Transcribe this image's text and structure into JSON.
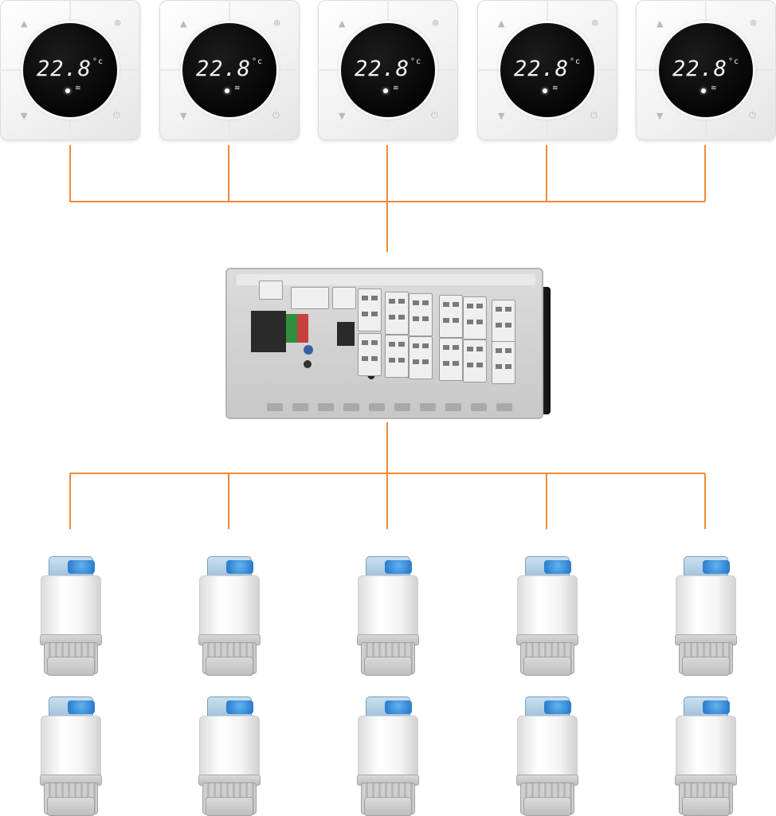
{
  "thermostats": [
    {
      "temperature": "22.8",
      "unit": "°c"
    },
    {
      "temperature": "22.8",
      "unit": "°c"
    },
    {
      "temperature": "22.8",
      "unit": "°c"
    },
    {
      "temperature": "22.8",
      "unit": "°c"
    },
    {
      "temperature": "22.8",
      "unit": "°c"
    }
  ],
  "icons": {
    "thermostat_up": "▲",
    "thermostat_down": "▼",
    "thermostat_power": "⏻",
    "thermostat_mode": "⊗",
    "heating": "≋"
  },
  "actuator_count": 10,
  "colors": {
    "wire": "#f08a32",
    "display": "#0a0a0a",
    "actuator_knob": "#2f8ae0"
  }
}
